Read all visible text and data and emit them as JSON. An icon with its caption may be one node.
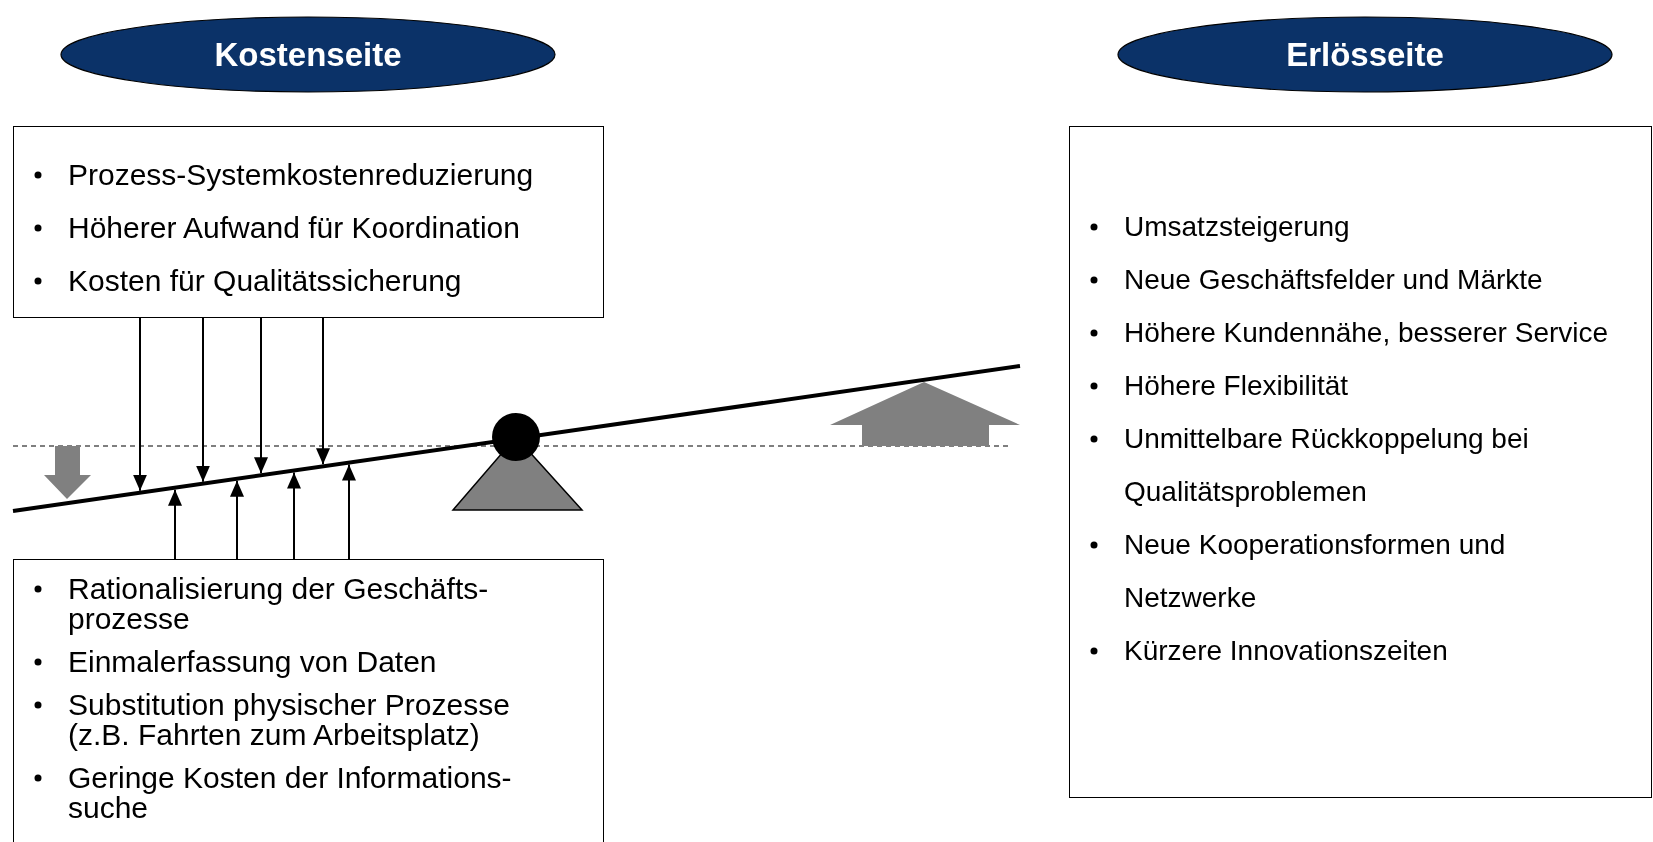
{
  "diagram": {
    "nodes": [
      {
        "text": [
          "Kostenseite"
        ]
      },
      {
        "text": [
          "Erlösseite"
        ]
      },
      {
        "text": [
          "Prozess-Systemkostenreduzierung",
          "Höherer Aufwand für Koordination",
          "Kosten für Qualitätssicherung"
        ]
      },
      {
        "text": [
          "Umsatzsteigerung",
          "Neue Geschäftsfelder und Märkte",
          "Höhere Kundennähe, besserer Service",
          "Höhere Flexibilität",
          "Unmittelbare Rückkoppelung bei Qualitätsproblemen",
          "Neue Kooperationsformen und Netzwerke",
          "Kürzere Innovationszeiten"
        ]
      },
      {
        "text": [],
        "shape": "bar"
      },
      {
        "text": [
          "Rationalisierung der Geschäfts- prozesse",
          "Einmalerfassung von Daten",
          "Substitution physischer Prozesse (z.B. Fahrten zum Arbeitsplatz)",
          "Geringe Kosten der Informations- suche"
        ]
      }
    ],
    "edges": [
      {
        "from": 2,
        "to": 4,
        "arrow": "to"
      },
      {
        "from": 2,
        "to": 4,
        "arrow": "to"
      },
      {
        "from": 2,
        "to": 4,
        "arrow": "to"
      },
      {
        "from": 2,
        "to": 4,
        "arrow": "to"
      },
      {
        "from": 5,
        "to": 4,
        "arrow": "to"
      },
      {
        "from": 5,
        "to": 4,
        "arrow": "to"
      },
      {
        "from": 5,
        "to": 4,
        "arrow": "to"
      },
      {
        "from": 5,
        "to": 4,
        "arrow": "to"
      }
    ]
  }
}
